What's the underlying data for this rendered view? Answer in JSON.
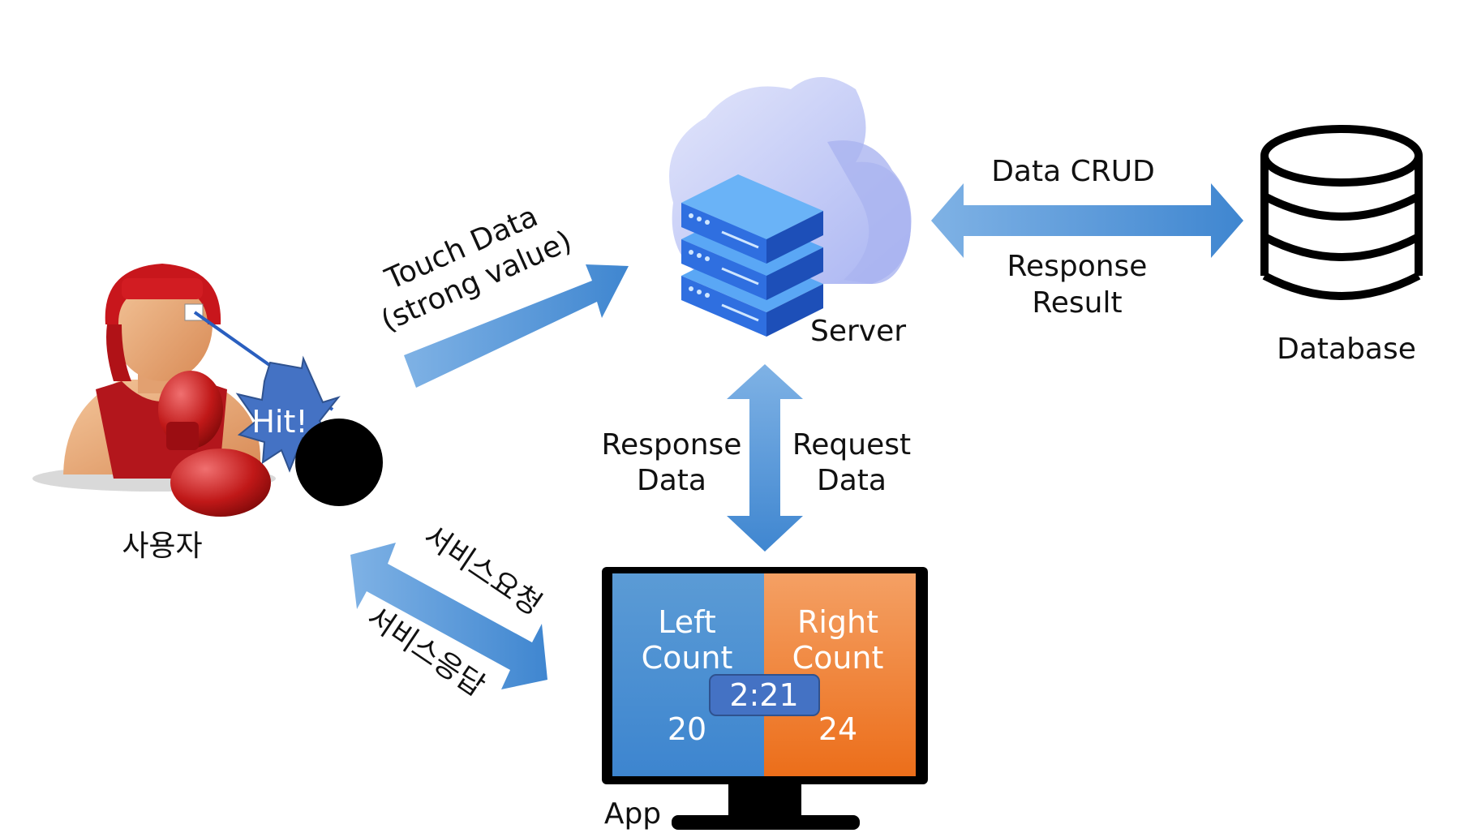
{
  "labels": {
    "user": "사용자",
    "hit": "Hit!",
    "touch_data_line1": "Touch Data",
    "touch_data_line2": "(strong value)",
    "server": "Server",
    "data_crud": "Data CRUD",
    "response_result_line1": "Response",
    "response_result_line2": "Result",
    "database": "Database",
    "response_data_line1": "Response",
    "response_data_line2": "Data",
    "request_data_line1": "Request",
    "request_data_line2": "Data",
    "service_request": "서비스요청",
    "service_response": "서비스응답",
    "app": "App"
  },
  "app_screen": {
    "left_label_line1": "Left",
    "left_label_line2": "Count",
    "right_label_line1": "Right",
    "right_label_line2": "Count",
    "timer": "2:21",
    "left_count": "20",
    "right_count": "24"
  },
  "colors": {
    "arrow": "#5b9bd5",
    "app_left": "#4a8fd6",
    "app_right": "#f07d2e",
    "timer_box": "#4472c4",
    "server_blue": "#2f6fe0",
    "cloud": "#c8cff7"
  }
}
